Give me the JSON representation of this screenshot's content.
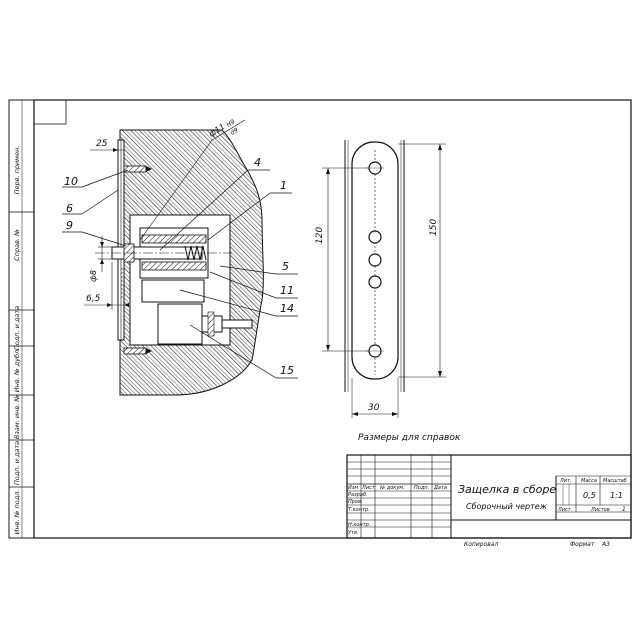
{
  "side_stamps": [
    "Перв. примен.",
    "Справ. №",
    "Подп. и дата",
    "Инв. № дубл.",
    "Взам. инв. №",
    "Подп. и дата",
    "Инв. № подл."
  ],
  "left_drawing": {
    "callouts": [
      "10",
      "6",
      "9",
      "4",
      "1",
      "5",
      "11",
      "14",
      "15"
    ],
    "dimensions": {
      "top": "25",
      "diameter": "ф11",
      "fit_top": "H9",
      "fit_bottom": "d9",
      "d8": "ф8",
      "d65": "6,5"
    }
  },
  "right_drawing": {
    "dim_120": "120",
    "dim_150": "150",
    "dim_30": "30"
  },
  "note": "Размеры для справок",
  "title_block": {
    "title": "Защелка в сборе",
    "subtitle": "Сборочный чертеж",
    "col_headers": [
      "Изм",
      "Лист",
      "№ докум.",
      "Подп.",
      "Дата"
    ],
    "row_labels": [
      "Разраб.",
      "Пров.",
      "Т.контр.",
      "Н.контр.",
      "Утв."
    ],
    "lit_label": "Лит.",
    "mass_label": "Масса",
    "scale_label": "Масштаб",
    "mass_value": "0,5",
    "scale_value": "1:1",
    "sheet_label": "Лист",
    "sheets_label": "Листов",
    "sheets_value": "1",
    "copied": "Копировал",
    "format": "Формат",
    "format_value": "А3"
  }
}
